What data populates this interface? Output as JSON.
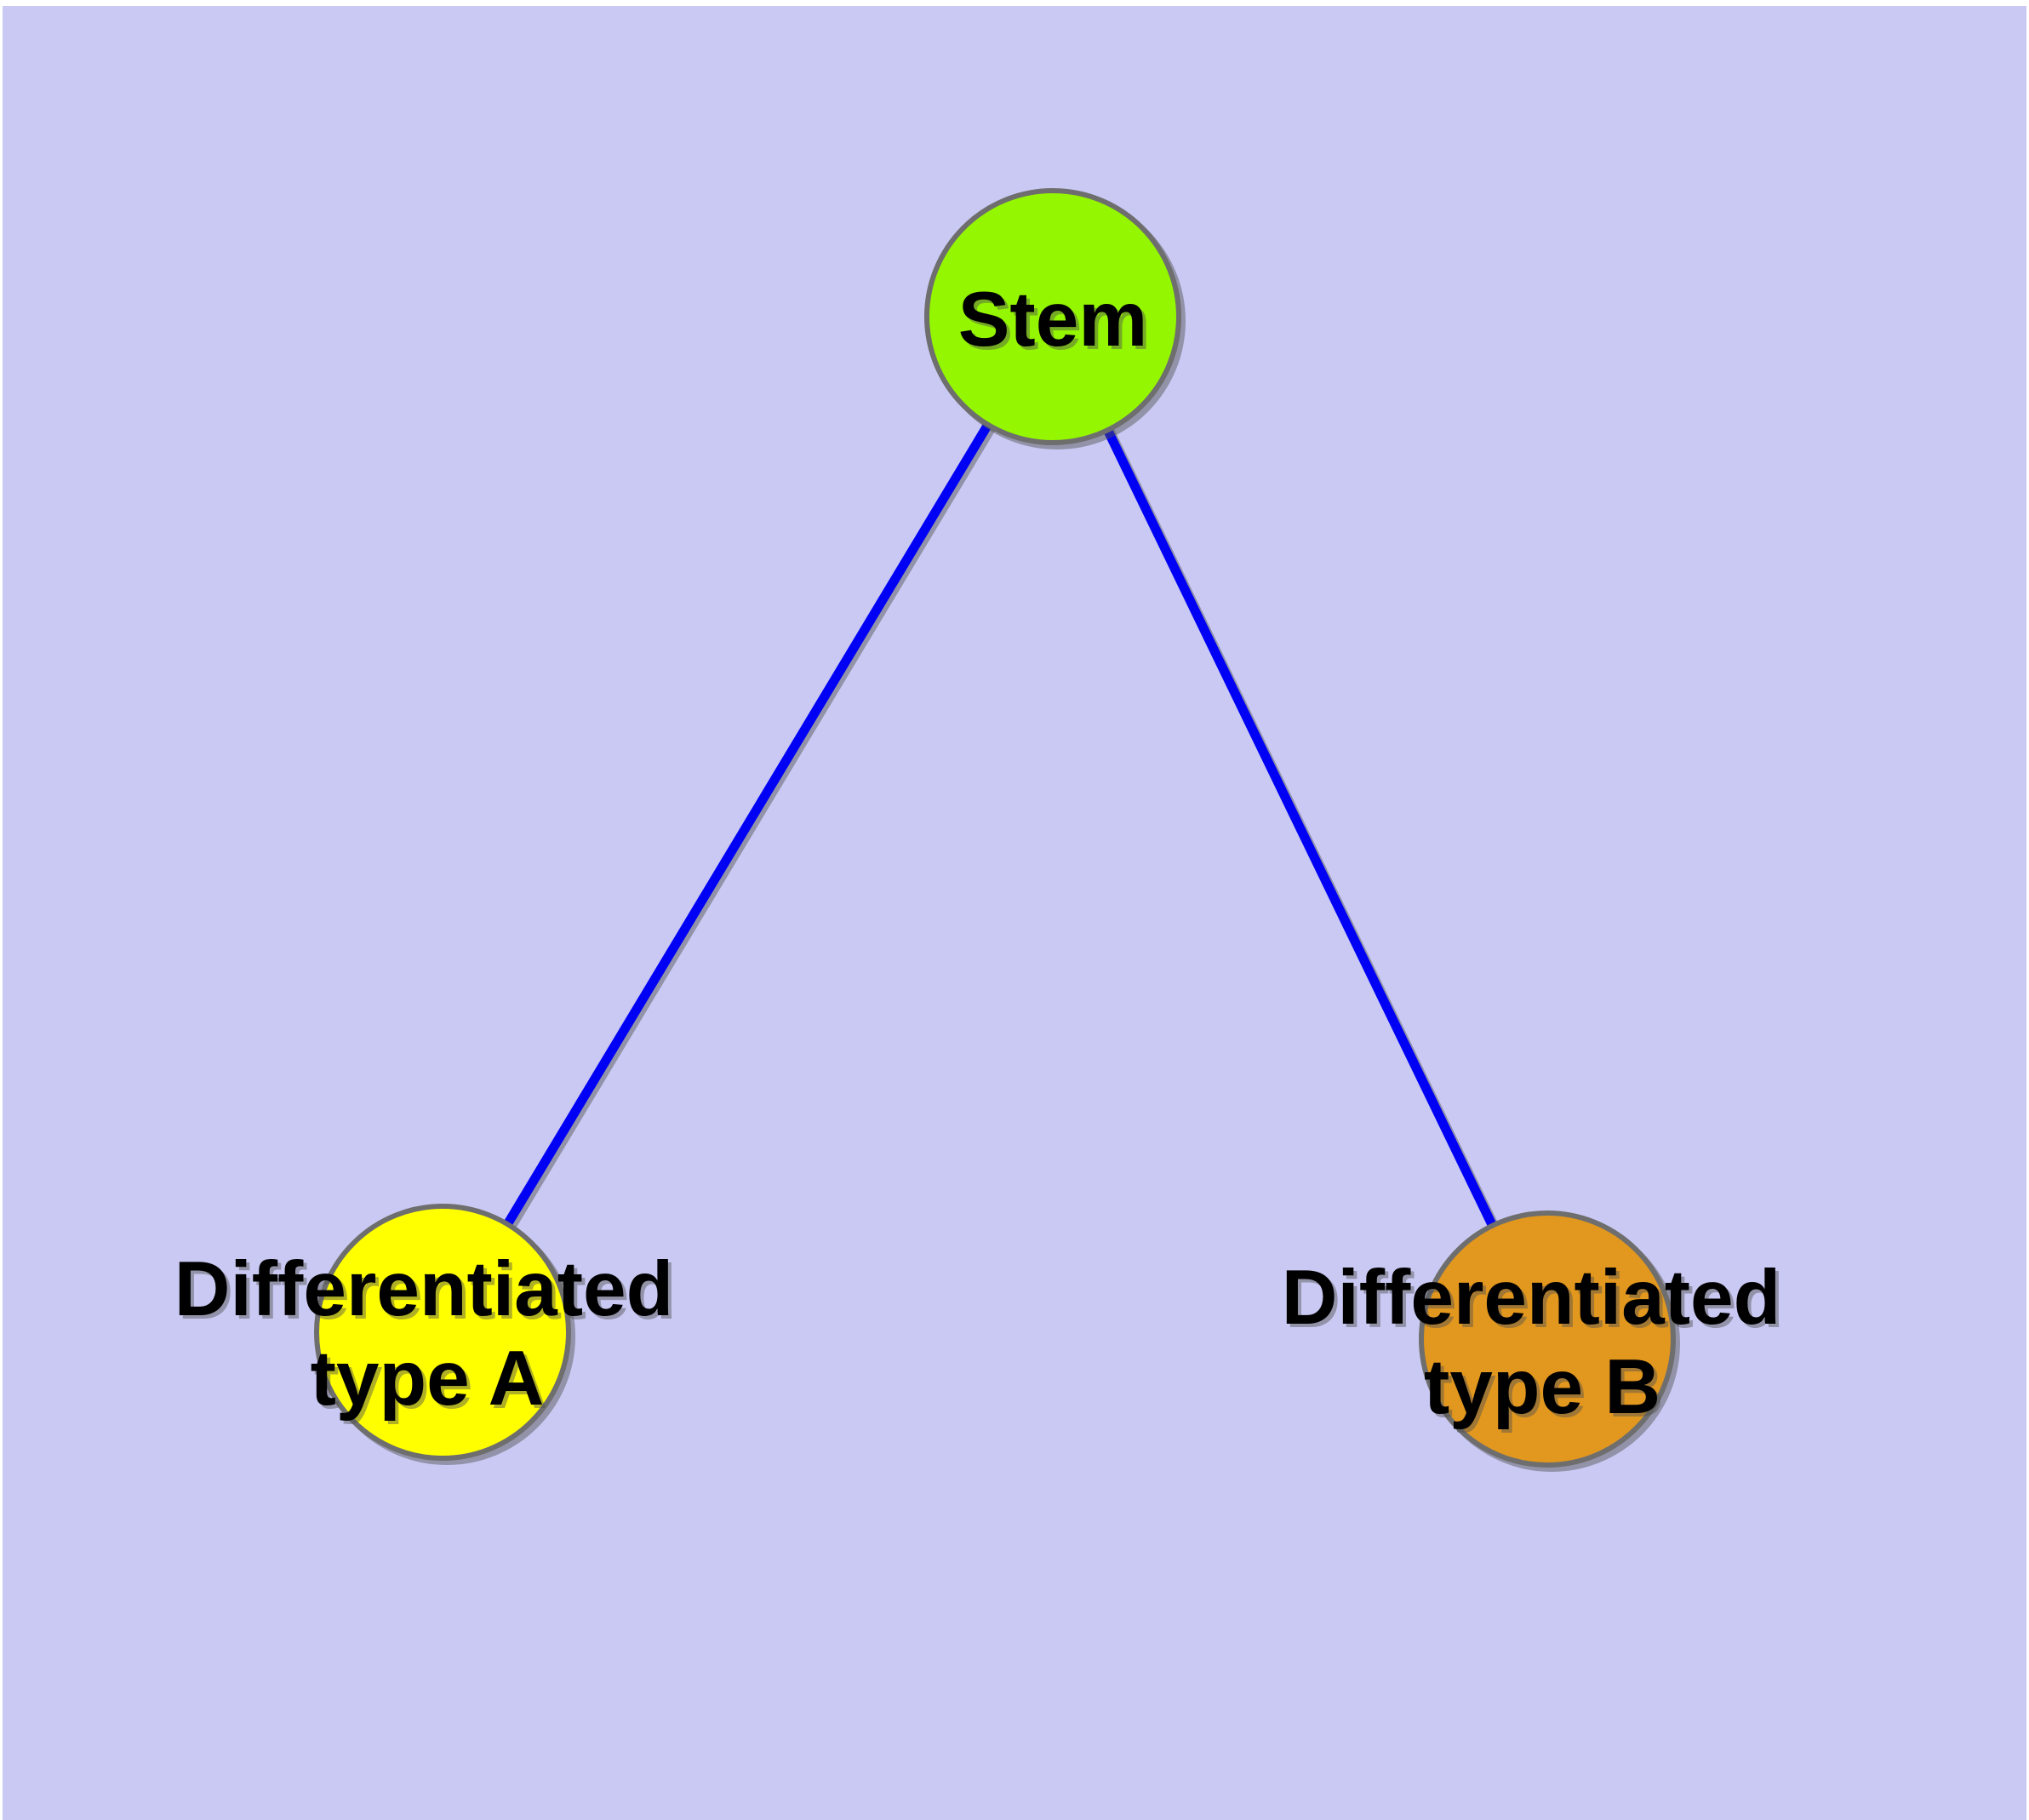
{
  "diagram": {
    "background_color": "#C9C9F3",
    "page_margin_color": "#FFFFFF",
    "edge_color": "#0000F5",
    "node_border_color": "#6E6E6E",
    "label_color": "#000000",
    "shadow_color": "rgba(80,80,80,0.45)",
    "nodes": {
      "stem": {
        "label": "Stem",
        "fill": "#94F600"
      },
      "type_a": {
        "line1": "Differentiated",
        "line2": "type A",
        "fill": "#FFFF00"
      },
      "type_b": {
        "line1": "Differentiated",
        "line2": "type B",
        "fill": "#E2971E"
      }
    },
    "edges": [
      {
        "from": "Stem",
        "to": "Differentiated type A"
      },
      {
        "from": "Stem",
        "to": "Differentiated type B"
      }
    ]
  }
}
